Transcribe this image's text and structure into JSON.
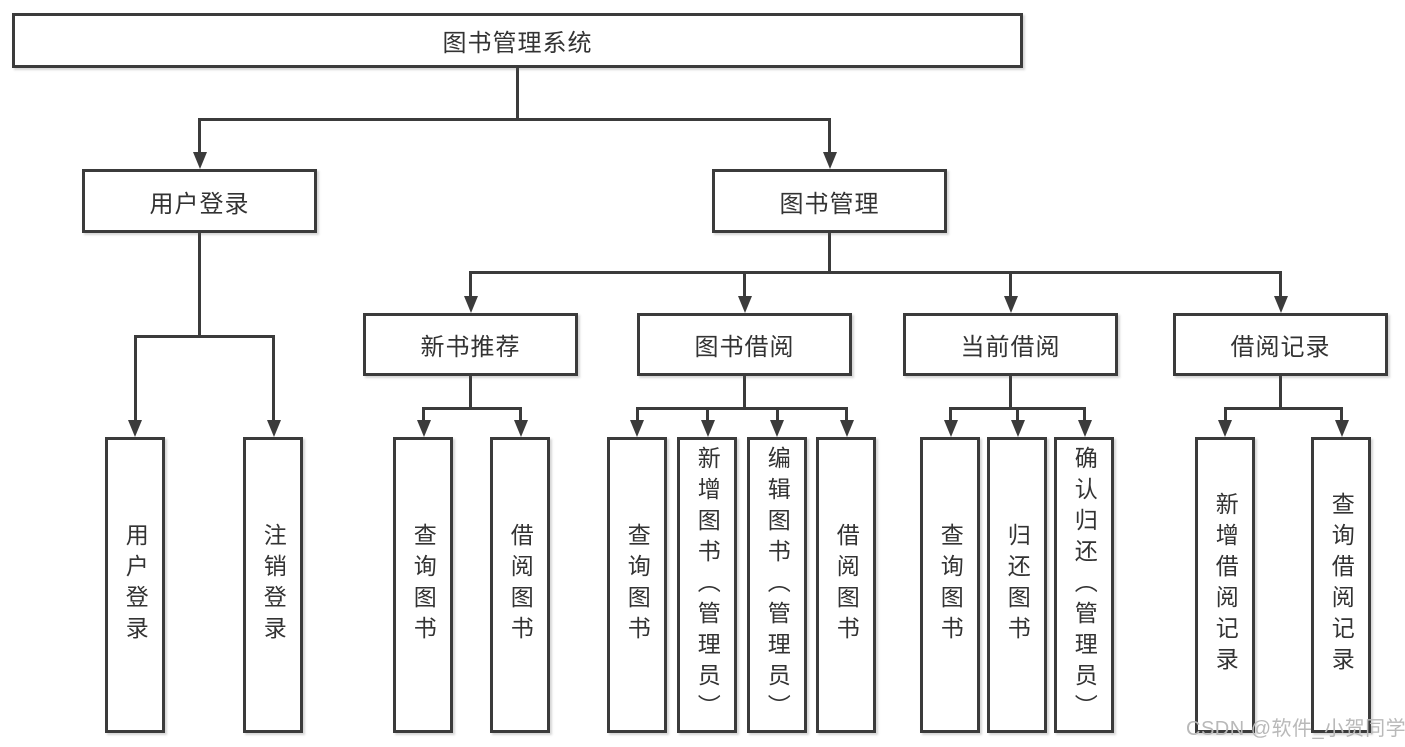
{
  "diagram": {
    "root": {
      "label": "图书管理系统"
    },
    "level2": [
      {
        "id": "user-login",
        "label": "用户登录"
      },
      {
        "id": "book-management",
        "label": "图书管理"
      }
    ],
    "level3": [
      {
        "id": "new-book-recommendation",
        "label": "新书推荐"
      },
      {
        "id": "book-borrowing",
        "label": "图书借阅"
      },
      {
        "id": "current-borrowing",
        "label": "当前借阅"
      },
      {
        "id": "borrowing-records",
        "label": "借阅记录"
      }
    ],
    "leaves": [
      {
        "id": "user-login-leaf",
        "label": "用户登录"
      },
      {
        "id": "logout-login",
        "label": "注销登录"
      },
      {
        "id": "query-books-1",
        "label": "查询图书"
      },
      {
        "id": "borrow-books-1",
        "label": "借阅图书"
      },
      {
        "id": "query-books-2",
        "label": "查询图书"
      },
      {
        "id": "add-books-admin",
        "label": "新增图书（管理员）"
      },
      {
        "id": "edit-books-admin",
        "label": "编辑图书（管理员）"
      },
      {
        "id": "borrow-books-2",
        "label": "借阅图书"
      },
      {
        "id": "query-books-3",
        "label": "查询图书"
      },
      {
        "id": "return-books",
        "label": "归还图书"
      },
      {
        "id": "confirm-return-admin",
        "label": "确认归还（管理员）"
      },
      {
        "id": "add-borrow-record",
        "label": "新增借阅记录"
      },
      {
        "id": "query-borrow-record",
        "label": "查询借阅记录"
      }
    ],
    "watermark": "CSDN @软件_小贺同学",
    "colors": {
      "line": "#3b3b3b",
      "text": "#333333",
      "watermark": "#b9b9b9",
      "background": "#ffffff"
    }
  }
}
